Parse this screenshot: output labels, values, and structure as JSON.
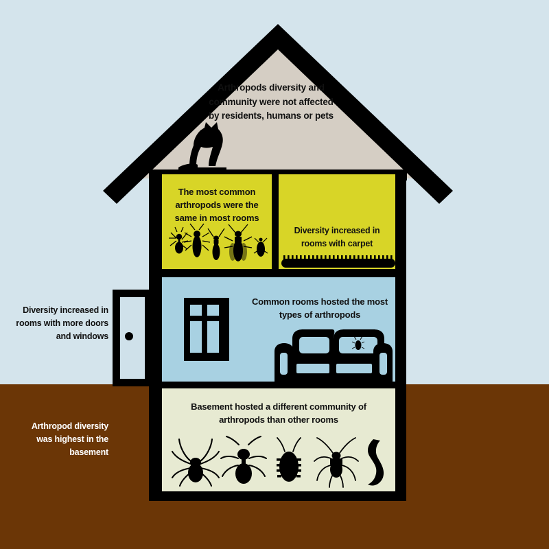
{
  "figure": {
    "type": "infographic",
    "subject": "Arthropod diversity in the home"
  },
  "colors": {
    "sky_background": "#d4e4ec",
    "ground": "#6b3606",
    "roof_fill": "#d5cec4",
    "upper_rooms": "#d8d527",
    "living_room": "#a8d1e2",
    "basement": "#e7ead2",
    "outline": "#000000",
    "text_dark": "#111111",
    "text_light": "#ffffff"
  },
  "attic": {
    "text": "Arthropods diversity and community were not affected by residents, humans or pets",
    "icon": "cat-silhouette"
  },
  "upper_left_room": {
    "text": "The most common arthropods were the same in most rooms",
    "icons": [
      "ant-silhouette",
      "fly-silhouette",
      "beetle-silhouette",
      "rove-beetle-silhouette",
      "oval-bug-silhouette"
    ]
  },
  "upper_right_room": {
    "text": "Diversity increased in rooms with carpet",
    "icons": [
      "carpet-silhouette"
    ]
  },
  "living_room": {
    "text": "Common rooms hosted the most types of arthropods",
    "icons": [
      "window-icon",
      "sofa-silhouette",
      "bug-on-cushion-silhouette"
    ]
  },
  "basement_room": {
    "text": "Basement hosted a different community of arthropods than other rooms",
    "icons": [
      "spider-silhouette",
      "ant-silhouette",
      "pillbug-silhouette",
      "cricket-silhouette",
      "worm-silhouette"
    ]
  },
  "outside_labels": {
    "doors_windows": "Diversity increased in rooms with more doors and windows",
    "basement_diversity": "Arthropod diversity was highest in the basement"
  },
  "door": {
    "icon": "door-icon",
    "knob": "doorknob-icon"
  }
}
